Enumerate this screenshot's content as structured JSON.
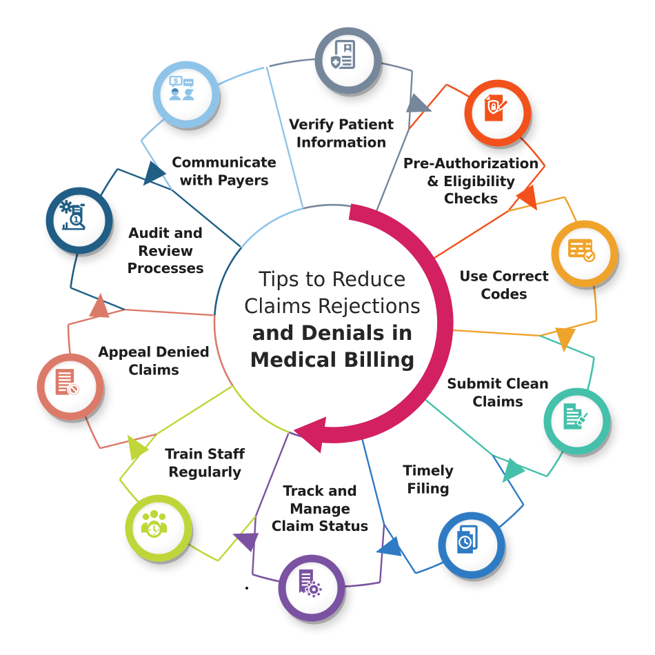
{
  "title": "Tips to Reduce Claims Rejections and Denials in Medical Billing",
  "center": {
    "lines": [
      {
        "text": "Tips to Reduce",
        "bold": false
      },
      {
        "text": "Claims Rejections",
        "bold": false
      },
      {
        "text": "and Denials in",
        "bold": true
      },
      {
        "text": "Medical Billing",
        "bold": true
      }
    ],
    "arrow_color": "#D22060",
    "text_color": "#262626"
  },
  "items": [
    {
      "label": "Verify Patient\nInformation",
      "icon": "patient-record-icon",
      "color": "#76879B"
    },
    {
      "label": "Pre-Authorization\n& Eligibility\nChecks",
      "icon": "secure-document-pencil-icon",
      "color": "#F2511B"
    },
    {
      "label": "Use Correct\nCodes",
      "icon": "billing-codes-check-icon",
      "color": "#EFA32B"
    },
    {
      "label": "Submit Clean\nClaims",
      "icon": "clean-claim-brush-icon",
      "color": "#45C0AA"
    },
    {
      "label": "Timely\nFiling",
      "icon": "document-clock-icon",
      "color": "#2E7BC4"
    },
    {
      "label": "Track and\nManage\nClaim Status",
      "icon": "claim-status-gear-icon",
      "color": "#7B52A1"
    },
    {
      "label": "Train Staff\nRegularly",
      "icon": "staff-training-clock-icon",
      "color": "#BFD63A"
    },
    {
      "label": "Appeal Denied\nClaims",
      "icon": "denied-document-icon",
      "color": "#DC7A69"
    },
    {
      "label": "Audit and\nReview\nProcesses",
      "icon": "audit-magnifier-gear-icon",
      "color": "#205E86"
    },
    {
      "label": "Communicate\nwith Payers",
      "icon": "payer-communication-chat-icon",
      "color": "#8FC4E9"
    }
  ]
}
